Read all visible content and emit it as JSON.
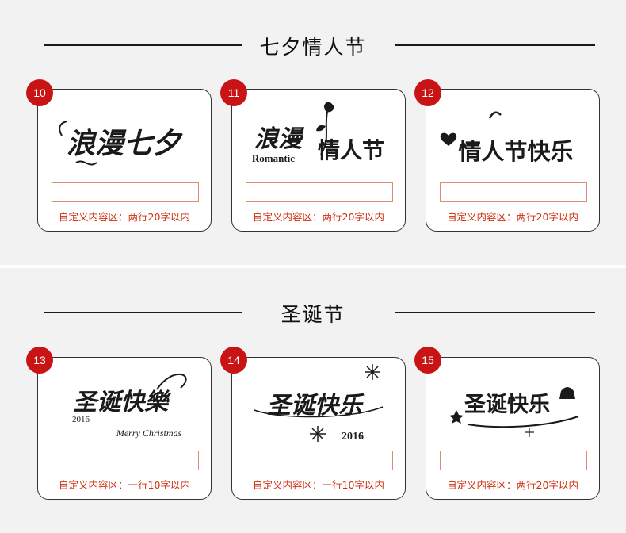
{
  "sections": [
    {
      "title": "七夕情人节",
      "cards": [
        {
          "number": "10",
          "art_text": "浪漫七夕",
          "note": "自定义内容区：两行20字以内"
        },
        {
          "number": "11",
          "art_text": "浪漫",
          "art_text_2": "情人节",
          "art_sub": "Romantic",
          "note": "自定义内容区：两行20字以内"
        },
        {
          "number": "12",
          "art_text": "情人节快乐",
          "note": "自定义内容区：两行20字以内"
        }
      ]
    },
    {
      "title": "圣诞节",
      "cards": [
        {
          "number": "13",
          "art_text": "圣诞快樂",
          "art_sub": "Merry Christmas",
          "art_year": "2016",
          "note": "自定义内容区：一行10字以内"
        },
        {
          "number": "14",
          "art_text": "圣诞快乐",
          "art_year": "2016",
          "note": "自定义内容区：一行10字以内"
        },
        {
          "number": "15",
          "art_text": "圣诞快乐",
          "note": "自定义内容区：两行20字以内"
        }
      ]
    }
  ],
  "colors": {
    "badge": "#c81414",
    "note_text": "#d03010",
    "input_border": "#e08a6e"
  },
  "icons": [
    "rose-icon",
    "heart-icon",
    "snowflake-icon",
    "star-icon",
    "bell-icon"
  ]
}
